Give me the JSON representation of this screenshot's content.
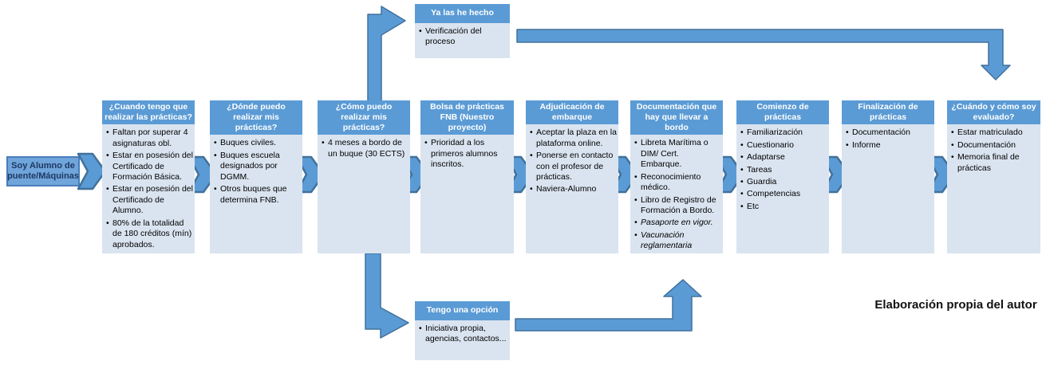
{
  "colors": {
    "header_blue": "#5B9BD5",
    "body_light_blue": "#DAE4F0",
    "arrow_fill": "#5B9BD5",
    "arrow_border": "#41719C",
    "start_box_fill": "#6FA5DA",
    "start_box_border": "#4A7EBB",
    "start_box_text": "#1F3864",
    "caption_text": "#111111"
  },
  "icons": {
    "chevron": "chevron-right-arrow",
    "top_elbow": "elbow-arrow-up-right",
    "top_return": "elbow-arrow-right-down",
    "bottom_elbow": "elbow-arrow-down-right",
    "bottom_return": "elbow-arrow-right-up"
  },
  "start_box": {
    "label": "Soy Alumno de puente/Máquinas"
  },
  "columns": [
    {
      "title": "¿Cuando tengo que realizar las prácticas?",
      "items": [
        "Faltan por superar 4 asignaturas obl.",
        "Estar en posesión del Certificado de Formación Básica.",
        "Estar en posesión del Certificado de Alumno.",
        "80% de la totalidad de 180 créditos (mín) aprobados."
      ]
    },
    {
      "title": "¿Dónde puedo realizar mis prácticas?",
      "items": [
        "Buques civiles.",
        "Buques escuela designados por DGMM.",
        "Otros buques que determina FNB."
      ]
    },
    {
      "title": "¿Cómo puedo realizar mis prácticas?",
      "items": [
        "4 meses a bordo de un buque (30 ECTS)"
      ]
    },
    {
      "title": "Bolsa de prácticas FNB (Nuestro proyecto)",
      "items": [
        "Prioridad a los primeros alumnos inscritos."
      ]
    },
    {
      "title": "Adjudicación de embarque",
      "items": [
        "Aceptar la plaza en la plataforma online.",
        "Ponerse en contacto con el profesor de prácticas.",
        "Naviera-Alumno"
      ]
    },
    {
      "title": "Documentación que hay que llevar a bordo",
      "items": [
        "Libreta Marítima o DIM/ Cert. Embarque.",
        "Reconocimiento médico.",
        "Libro de Registro de Formación a Bordo.",
        "Pasaporte en vigor.",
        "Vacunación reglamentaria"
      ]
    },
    {
      "title": "Comienzo de prácticas",
      "items": [
        "Familiarización",
        "Cuestionario",
        "Adaptarse",
        "Tareas",
        "Guardia",
        "Competencias",
        "Etc"
      ]
    },
    {
      "title": "Finalización de prácticas",
      "items": [
        "Documentación",
        "Informe"
      ]
    },
    {
      "title": "¿Cuándo y cómo soy evaluado?",
      "items": [
        "Estar matriculado",
        "Documentación",
        "Memoria final de prácticas"
      ]
    }
  ],
  "top_branch": {
    "title": "Ya las he hecho",
    "items": [
      "Verificación del proceso"
    ]
  },
  "bottom_branch": {
    "title": "Tengo una opción",
    "items": [
      "Iniciativa propia, agencias, contactos..."
    ]
  },
  "caption": "Elaboración propia del autor"
}
